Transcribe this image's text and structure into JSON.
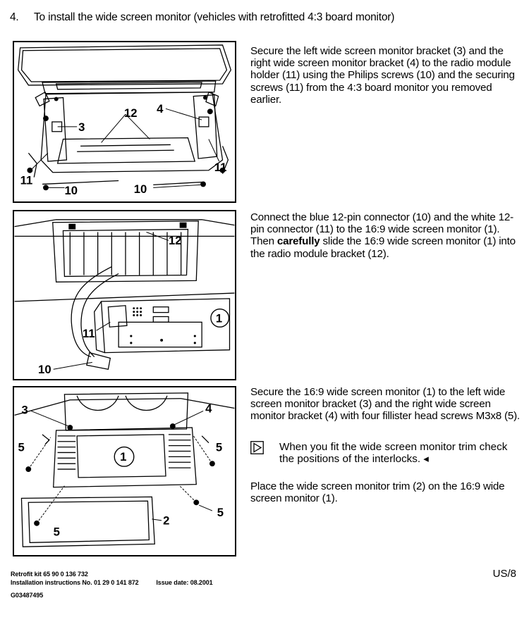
{
  "step": {
    "number": "4.",
    "title": "To install the wide screen monitor (vehicles with retrofitted 4:3 board monitor)"
  },
  "figure1": {
    "labels": {
      "l3": "3",
      "l4": "4",
      "l12": "12",
      "l11a": "11",
      "l11b": "11",
      "l10a": "10",
      "l10b": "10"
    }
  },
  "figure2": {
    "labels": {
      "l12": "12",
      "l11": "11",
      "l10": "10",
      "l1": "1"
    }
  },
  "figure3": {
    "labels": {
      "l3": "3",
      "l4": "4",
      "l5a": "5",
      "l5b": "5",
      "l5c": "5",
      "l5d": "5",
      "l1": "1",
      "l2": "2"
    }
  },
  "block1": {
    "text": "Secure the left wide screen monitor bracket (3) and the right wide screen monitor bracket (4) to the radio module holder (11) using the Philips screws (10) and the securing screws (11) from the 4:3 board monitor you removed earlier."
  },
  "block2": {
    "line1": "Connect the blue 12-pin connector (10) and the white 12-pin connector (11) to the 16:9 wide screen monitor (1).",
    "line2_pre": "Then ",
    "line2_bold": "carefully",
    "line2_post": " slide the 16:9 wide screen monitor (1) into the radio module bracket (12)."
  },
  "block3": {
    "text": "Secure the 16:9 wide screen monitor (1) to the left wide screen monitor bracket (3) and the right wide screen monitor bracket (4) with four fillister head screws M3x8 (5).",
    "note": "When you fit the wide screen monitor trim check the positions of the interlocks. ◂",
    "place": "Place the wide screen monitor trim (2) on the 16:9 wide screen monitor (1)."
  },
  "footer": {
    "kit": "Retrofit kit 65 90 0 136 732",
    "instructions": "Installation instructions No. 01 29 0 141 872",
    "issue": "Issue date: 08.2001",
    "code": "G03487495",
    "page": "US/8"
  }
}
